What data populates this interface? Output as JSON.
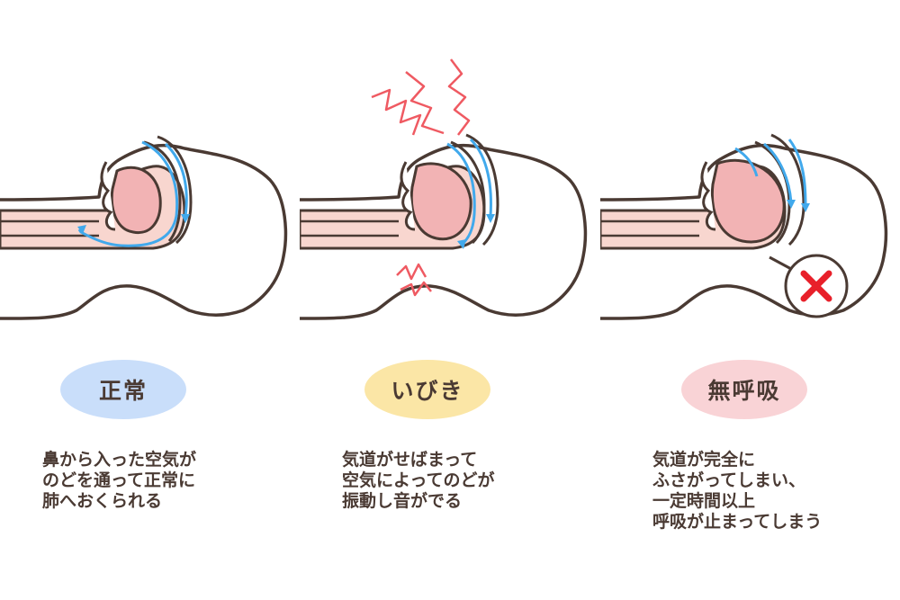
{
  "panels": [
    {
      "label": "正常",
      "description": "鼻から入った空気が\nのどを通って正常に\n肺へおくられる",
      "pill_color": "#c9defa"
    },
    {
      "label": "いびき",
      "description": "気道がせばまって\n空気によってのどが\n振動し音がでる",
      "pill_color": "#fbe6a6"
    },
    {
      "label": "無呼吸",
      "description": "気道が完全に\nふさがってしまい、\n一定時間以上\n呼吸が止まってしまう",
      "pill_color": "#f9d3d6"
    }
  ],
  "colors": {
    "outline": "#4a3a33",
    "tissue": "#f8d6cf",
    "tongue": "#f2b3b4",
    "airflow": "#41a9ec",
    "vibration": "#ef5a62",
    "blocked_x": "#e8202a"
  },
  "icons": {
    "blocked": "x-mark-icon",
    "vibration": "zigzag-vibration-icon"
  }
}
